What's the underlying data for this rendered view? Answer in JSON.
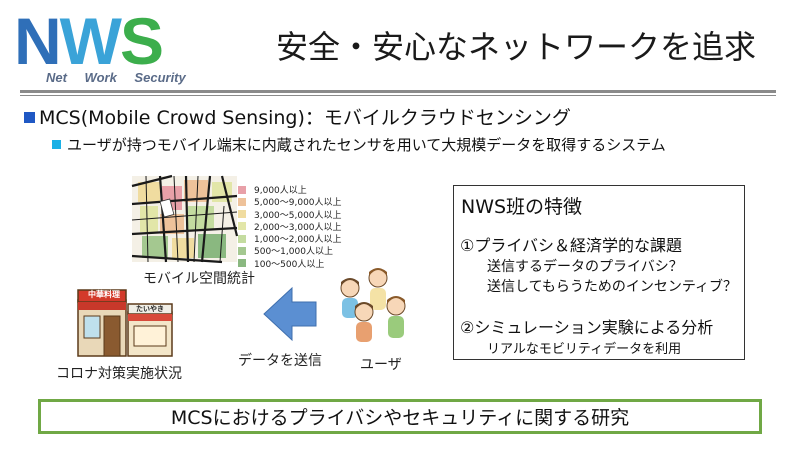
{
  "logo": {
    "letters": [
      "N",
      "W",
      "S"
    ],
    "subtitle": "Net Work Security",
    "colors": {
      "n": "#2f6fb8",
      "w": "#3aa3d8",
      "s": "#3cae4c"
    }
  },
  "header": {
    "title": "安全・安心なネットワークを追求"
  },
  "bullets": {
    "main": "MCS(Mobile Crowd Sensing)：モバイルクラウドセンシング",
    "sub": "ユーザが持つモバイル端末に内蔵されたセンサを用いて大規模データを取得するシステム"
  },
  "diagram": {
    "map_caption": "モバイル空間統計",
    "store_caption": "コロナ対策実施状況",
    "arrow_caption": "データを送信",
    "users_caption": "ユーザ",
    "store_sign1": "中華料理",
    "store_sign2": "たいやき",
    "legend": [
      {
        "label": "9,000人以上",
        "color": "#e8a0a8"
      },
      {
        "label": "5,000～9,000人以上",
        "color": "#eec29a"
      },
      {
        "label": "3,000～5,000人以上",
        "color": "#f0dca0"
      },
      {
        "label": "2,000～3,000人以上",
        "color": "#e2e6a8"
      },
      {
        "label": "1,000～2,000人以上",
        "color": "#c4dca0"
      },
      {
        "label": "500～1,000人以上",
        "color": "#a4c890"
      },
      {
        "label": "100～500人以上",
        "color": "#8ab880"
      }
    ]
  },
  "features": {
    "title": "NWS班の特徴",
    "item1": "①プライバシ＆経済学的な課題",
    "item1_sub1": "送信するデータのプライバシ？",
    "item1_sub2": "送信してもらうためのインセンティブ？",
    "item2": "②シミュレーション実験による分析",
    "item2_sub1": "リアルなモビリティデータを利用"
  },
  "footer": {
    "text": "MCSにおけるプライバシやセキュリティに関する研究"
  }
}
